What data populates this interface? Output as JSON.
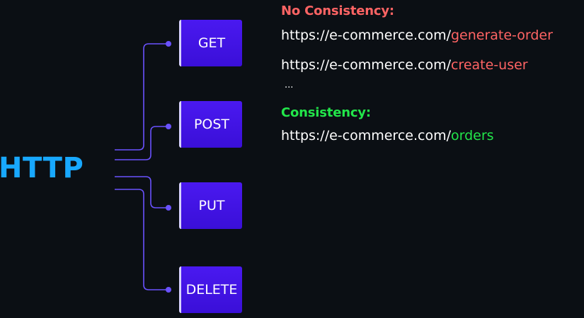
{
  "diagram": {
    "protocol_label": "HTTP",
    "methods": [
      {
        "label": "GET"
      },
      {
        "label": "POST"
      },
      {
        "label": "PUT"
      },
      {
        "label": "DELETE"
      }
    ],
    "connector_color": "#6a52ff",
    "box_color": "#4115e8",
    "protocol_color": "#18a8ff"
  },
  "notes": {
    "no_consistency": {
      "heading": "No Consistency:",
      "color": "#ff6464",
      "urls": [
        {
          "base": "https://e-commerce.com/",
          "path": "generate-order"
        },
        {
          "base": "https://e-commerce.com/",
          "path": "create-user"
        }
      ],
      "ellipsis": "..."
    },
    "consistency": {
      "heading": "Consistency:",
      "color": "#22e64a",
      "urls": [
        {
          "base": "https://e-commerce.com/",
          "path": "orders"
        }
      ]
    }
  }
}
